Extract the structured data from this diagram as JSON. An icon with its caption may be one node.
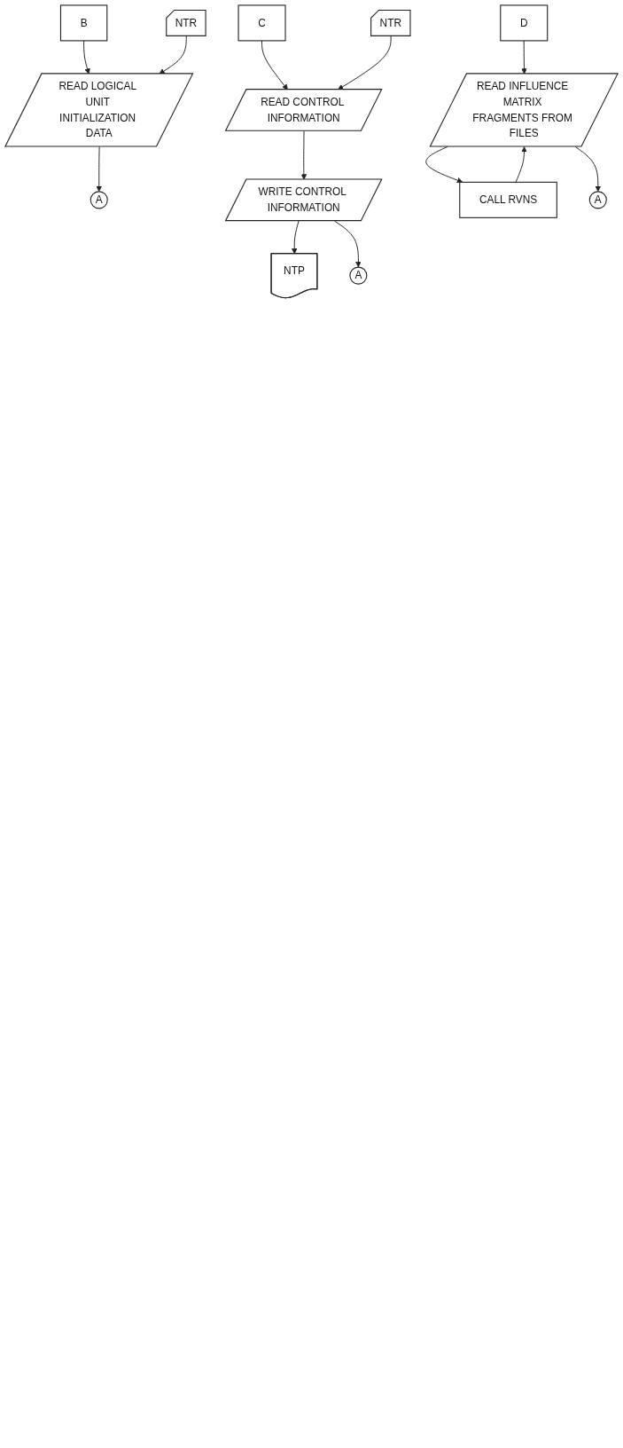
{
  "diagram": {
    "nodes": [
      {
        "text": [
          "B"
        ]
      },
      {
        "text": [
          "NTR"
        ]
      },
      {
        "text": [
          "READ LOGICAL UNIT INITIALIZATION DATA"
        ]
      },
      {
        "text": [
          "A"
        ]
      },
      {
        "text": [
          "C"
        ]
      },
      {
        "text": [
          "NTR"
        ]
      },
      {
        "text": [
          "READ CONTROL INFORMATION"
        ]
      },
      {
        "text": [
          "NTP"
        ]
      },
      {
        "text": [
          "WRITE CONTROL INFORMATION"
        ]
      },
      {
        "text": [
          "A"
        ]
      },
      {
        "text": [
          "D"
        ]
      },
      {
        "text": [
          "CALL RVNS"
        ]
      },
      {
        "text": [
          "READ INFLUENCE MATRIX FRAGMENTS FROM FILES"
        ]
      },
      {
        "text": [
          "A"
        ]
      }
    ],
    "edges": [
      {
        "from": 0,
        "to": 2,
        "arrow": "to"
      },
      {
        "from": 1,
        "to": 2,
        "arrow": "to"
      },
      {
        "from": 2,
        "to": 3,
        "arrow": "to"
      },
      {
        "from": 4,
        "to": 6,
        "arrow": "to"
      },
      {
        "from": 5,
        "to": 6,
        "arrow": "to"
      },
      {
        "from": 6,
        "to": 8,
        "arrow": "to"
      },
      {
        "from": 8,
        "to": 7,
        "arrow": "to"
      },
      {
        "from": 8,
        "to": 9,
        "arrow": "to"
      },
      {
        "from": 10,
        "to": 12,
        "arrow": "to"
      },
      {
        "from": 12,
        "to": 11,
        "arrow": "to"
      },
      {
        "from": 11,
        "to": 12,
        "arrow": "to"
      },
      {
        "from": 12,
        "to": 13,
        "arrow": "to"
      }
    ]
  }
}
